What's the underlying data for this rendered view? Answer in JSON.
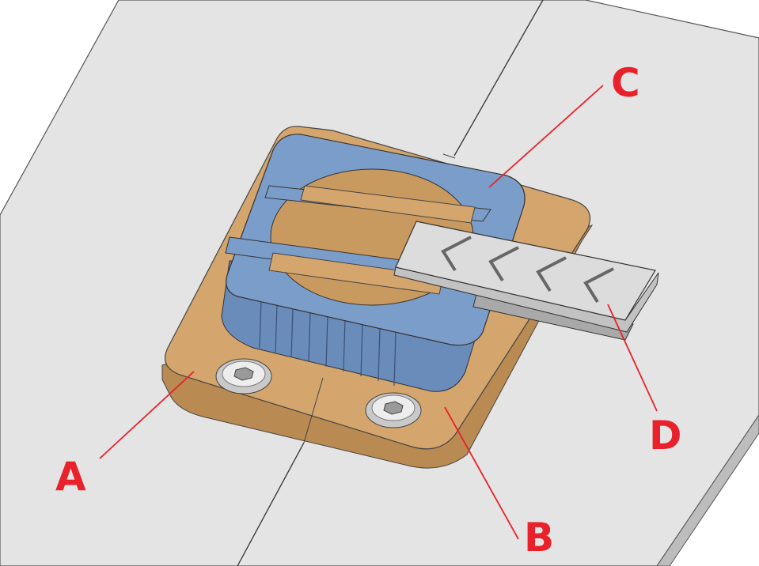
{
  "labels": {
    "a": "A",
    "b": "B",
    "c": "C",
    "d": "D"
  },
  "colors": {
    "plate": "#e4e4e4",
    "base": "#d4a56c",
    "clamp": "#7b9dc9",
    "strip": "#d9d9d9",
    "callout": "#e8212b"
  }
}
